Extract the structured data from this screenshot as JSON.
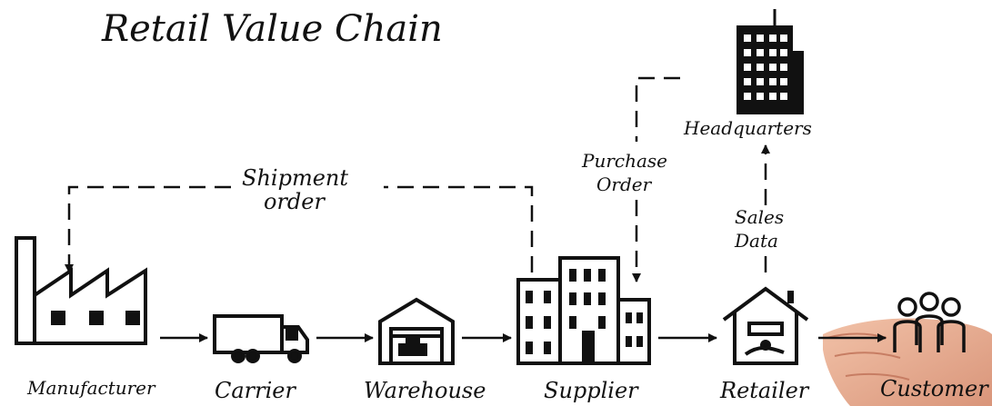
{
  "title": "Retail Value Chain",
  "nodes": {
    "manufacturer": "Manufacturer",
    "carrier": "Carrier",
    "warehouse": "Warehouse",
    "supplier": "Supplier",
    "retailer": "Retailer",
    "customer": "Customer",
    "headquarters": "Headquarters"
  },
  "flows": {
    "shipment_order_line1": "Shipment",
    "shipment_order_line2": "order",
    "purchase_order_line1": "Purchase",
    "purchase_order_line2": "Order",
    "sales_data_line1": "Sales",
    "sales_data_line2": "Data"
  },
  "colors": {
    "ink": "#111111",
    "background": "#ffffff"
  }
}
